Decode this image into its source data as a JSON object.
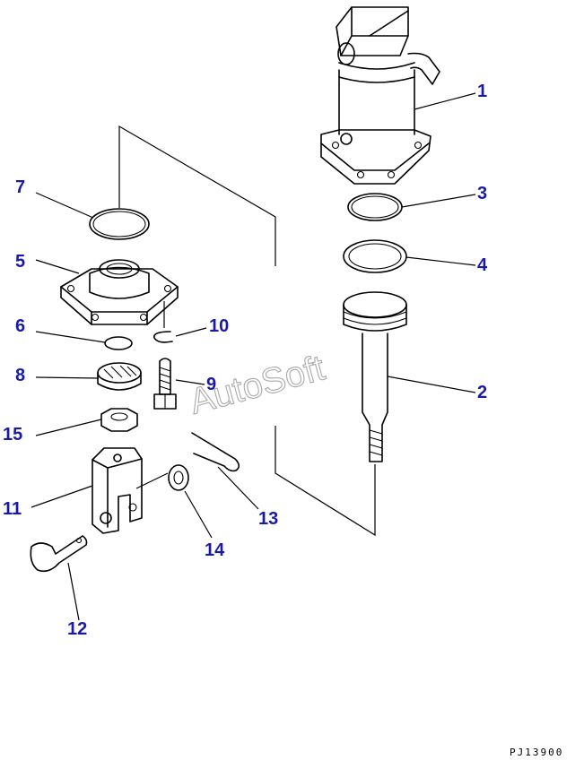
{
  "drawing_code": "PJ13900",
  "watermark": "AutoSoft",
  "labels": [
    "1",
    "2",
    "3",
    "4",
    "5",
    "6",
    "7",
    "8",
    "9",
    "10",
    "11",
    "12",
    "13",
    "14",
    "15"
  ],
  "colors": {
    "label": "#1a1aa8",
    "line": "#000000",
    "watermark": "#a9a9a9"
  }
}
